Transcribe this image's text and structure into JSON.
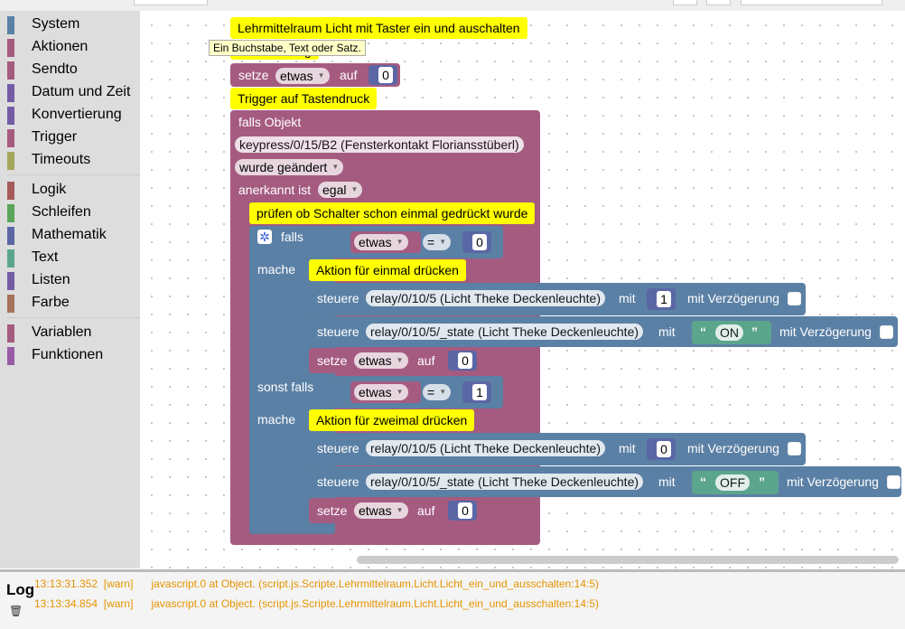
{
  "toolbox": {
    "categories": [
      {
        "label": "System",
        "color": "#5b80a5"
      },
      {
        "label": "Aktionen",
        "color": "#a55b80"
      },
      {
        "label": "Sendto",
        "color": "#a55b80"
      },
      {
        "label": "Datum und Zeit",
        "color": "#745ba5"
      },
      {
        "label": "Konvertierung",
        "color": "#745ba5"
      },
      {
        "label": "Trigger",
        "color": "#a55b80"
      },
      {
        "label": "Timeouts",
        "color": "#a5a55b"
      },
      {
        "label": "Logik",
        "color": "#a55b5b"
      },
      {
        "label": "Schleifen",
        "color": "#5ba55b"
      },
      {
        "label": "Mathematik",
        "color": "#5b67a5"
      },
      {
        "label": "Text",
        "color": "#5ba58c"
      },
      {
        "label": "Listen",
        "color": "#745ba5"
      },
      {
        "label": "Farbe",
        "color": "#a5745b"
      },
      {
        "label": "Variablen",
        "color": "#a55b80"
      },
      {
        "label": "Funktionen",
        "color": "#995ba5"
      }
    ]
  },
  "tooltip": "Ein Buchstabe, Text oder Satz.",
  "comments": {
    "c1": "Lehrmittelraum Licht mit Taster ein und auschalten",
    "c1b": "Initialisierung",
    "c2": "Trigger auf Tastendruck",
    "c3": "prüfen ob Schalter schon einmal gedrückt wurde",
    "c4": "Aktion für einmal drücken",
    "c5": "Aktion für zweimal drücken"
  },
  "blocks": {
    "setze": "setze",
    "auf": "auf",
    "var_etwas": "etwas",
    "zero": "0",
    "one": "1",
    "falls_objekt": "falls Objekt",
    "object_id": "keypress/0/15/B2 (Fensterkontakt Floriansstüberl)",
    "wurde_geaendert": "wurde geändert",
    "anerkannt_ist": "anerkannt ist",
    "egal": "egal",
    "falls": "falls",
    "eq": "=",
    "mache": "mache",
    "sonst_falls": "sonst falls",
    "steuere": "steuere",
    "mit": "mit",
    "mit_verzoegerung": "mit Verzögerung",
    "relay1": "relay/0/10/5 (Licht Theke Deckenleuchte)",
    "relay2": "relay/0/10/5/_state (Licht Theke Deckenleuchte)",
    "on": "ON",
    "off": "OFF",
    "quote_open": "“",
    "quote_close": "”"
  },
  "log": {
    "title": "Log",
    "lines": [
      {
        "time": "13:13:31.352",
        "level": "[warn]",
        "msg": "javascript.0 at Object. (script.js.Scripte.Lehrmittelraum.Licht.Licht_ein_und_ausschalten:14:5)"
      },
      {
        "time": "13:13:34.854",
        "level": "[warn]",
        "msg": "javascript.0 at Object. (script.js.Scripte.Lehrmittelraum.Licht.Licht_ein_und_ausschalten:14:5)"
      }
    ]
  }
}
